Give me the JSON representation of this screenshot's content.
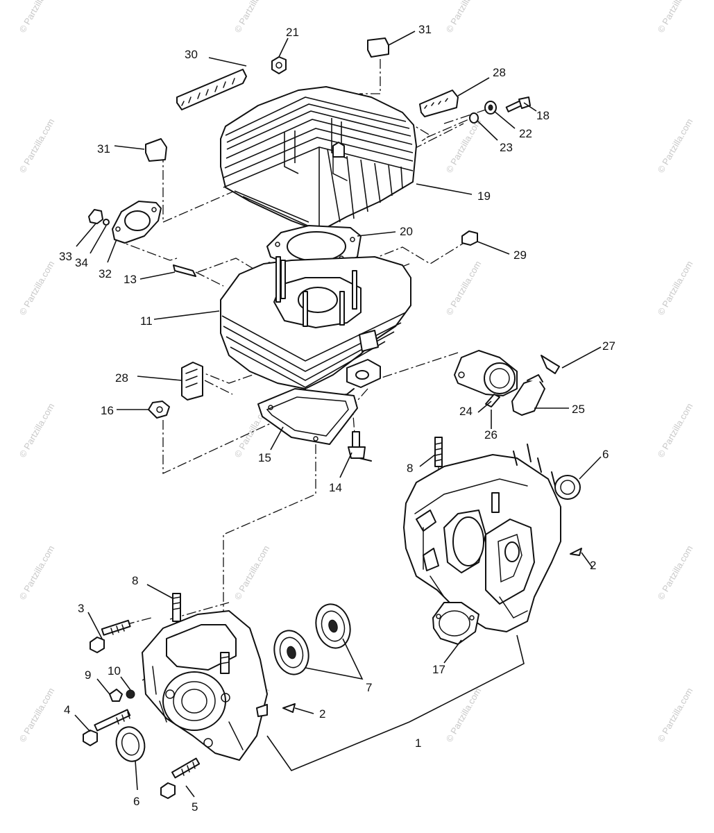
{
  "watermark_text": "© Partzilla.com",
  "callouts": {
    "c1": "1",
    "c2a": "2",
    "c2b": "2",
    "c3": "3",
    "c4": "4",
    "c5": "5",
    "c6a": "6",
    "c6b": "6",
    "c7": "7",
    "c8a": "8",
    "c8b": "8",
    "c9": "9",
    "c10": "10",
    "c11": "11",
    "c13": "13",
    "c14": "14",
    "c15": "15",
    "c16": "16",
    "c17": "17",
    "c18": "18",
    "c19": "19",
    "c20": "20",
    "c21": "21",
    "c22": "22",
    "c23": "23",
    "c24": "24",
    "c25": "25",
    "c26": "26",
    "c27": "27",
    "c28a": "28",
    "c28b": "28",
    "c29": "29",
    "c30": "30",
    "c31a": "31",
    "c31b": "31",
    "c32": "32",
    "c33": "33",
    "c34": "34"
  }
}
